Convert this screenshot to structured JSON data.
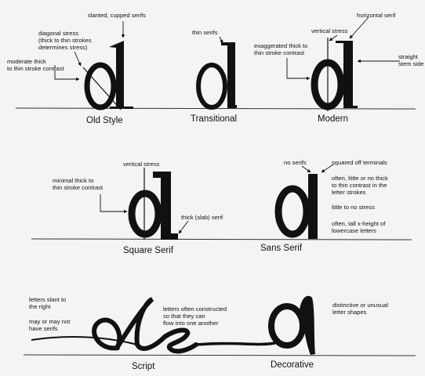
{
  "sections": {
    "old_style": {
      "caption": "Old Style",
      "notes": {
        "slanted_serifs": "slanted, cupped serifs",
        "diagonal_stress": "diagonal stress\n(thick to thin strokes\ndetermines stress)",
        "moderate_contrast": "moderate thick\nto thin stroke contrast"
      }
    },
    "transitional": {
      "caption": "Transitional",
      "notes": {
        "thin_serifs": "thin serifs"
      }
    },
    "modern": {
      "caption": "Modern",
      "notes": {
        "vertical_stress": "vertical stress",
        "horizontal_serif": "horizontal serif",
        "exaggerated_contrast": "exaggerated thick to\nthin stroke contrast",
        "straight_stem": "straight\nstem side"
      }
    },
    "square_serif": {
      "caption": "Square Serif",
      "notes": {
        "vertical_stress": "vertical stress",
        "minimal_contrast": "minimal thick to\nthin stroke contrast",
        "slab_serif": "thick (slab) serif"
      }
    },
    "sans_serif": {
      "caption": "Sans Serif",
      "notes": {
        "no_serifs": "no serifs",
        "squared_terminals": "squared off terminals",
        "little_contrast": "often, little or no thick\nto thin contrast in the\nletter strokes",
        "little_stress": "little to no stress",
        "tall_xheight": "often, tall x-height of\nlowercase letters"
      }
    },
    "script": {
      "caption": "Script",
      "notes": {
        "slant_right": "letters slant to\nthe right",
        "may_have_serifs": "may or may not\nhave serifs",
        "connected": "letters often constructed\nso that they can\nflow into one another"
      }
    },
    "decorative": {
      "caption": "Decorative",
      "notes": {
        "distinctive_shapes": "distinctive or unusual\nletter shapes"
      }
    }
  }
}
